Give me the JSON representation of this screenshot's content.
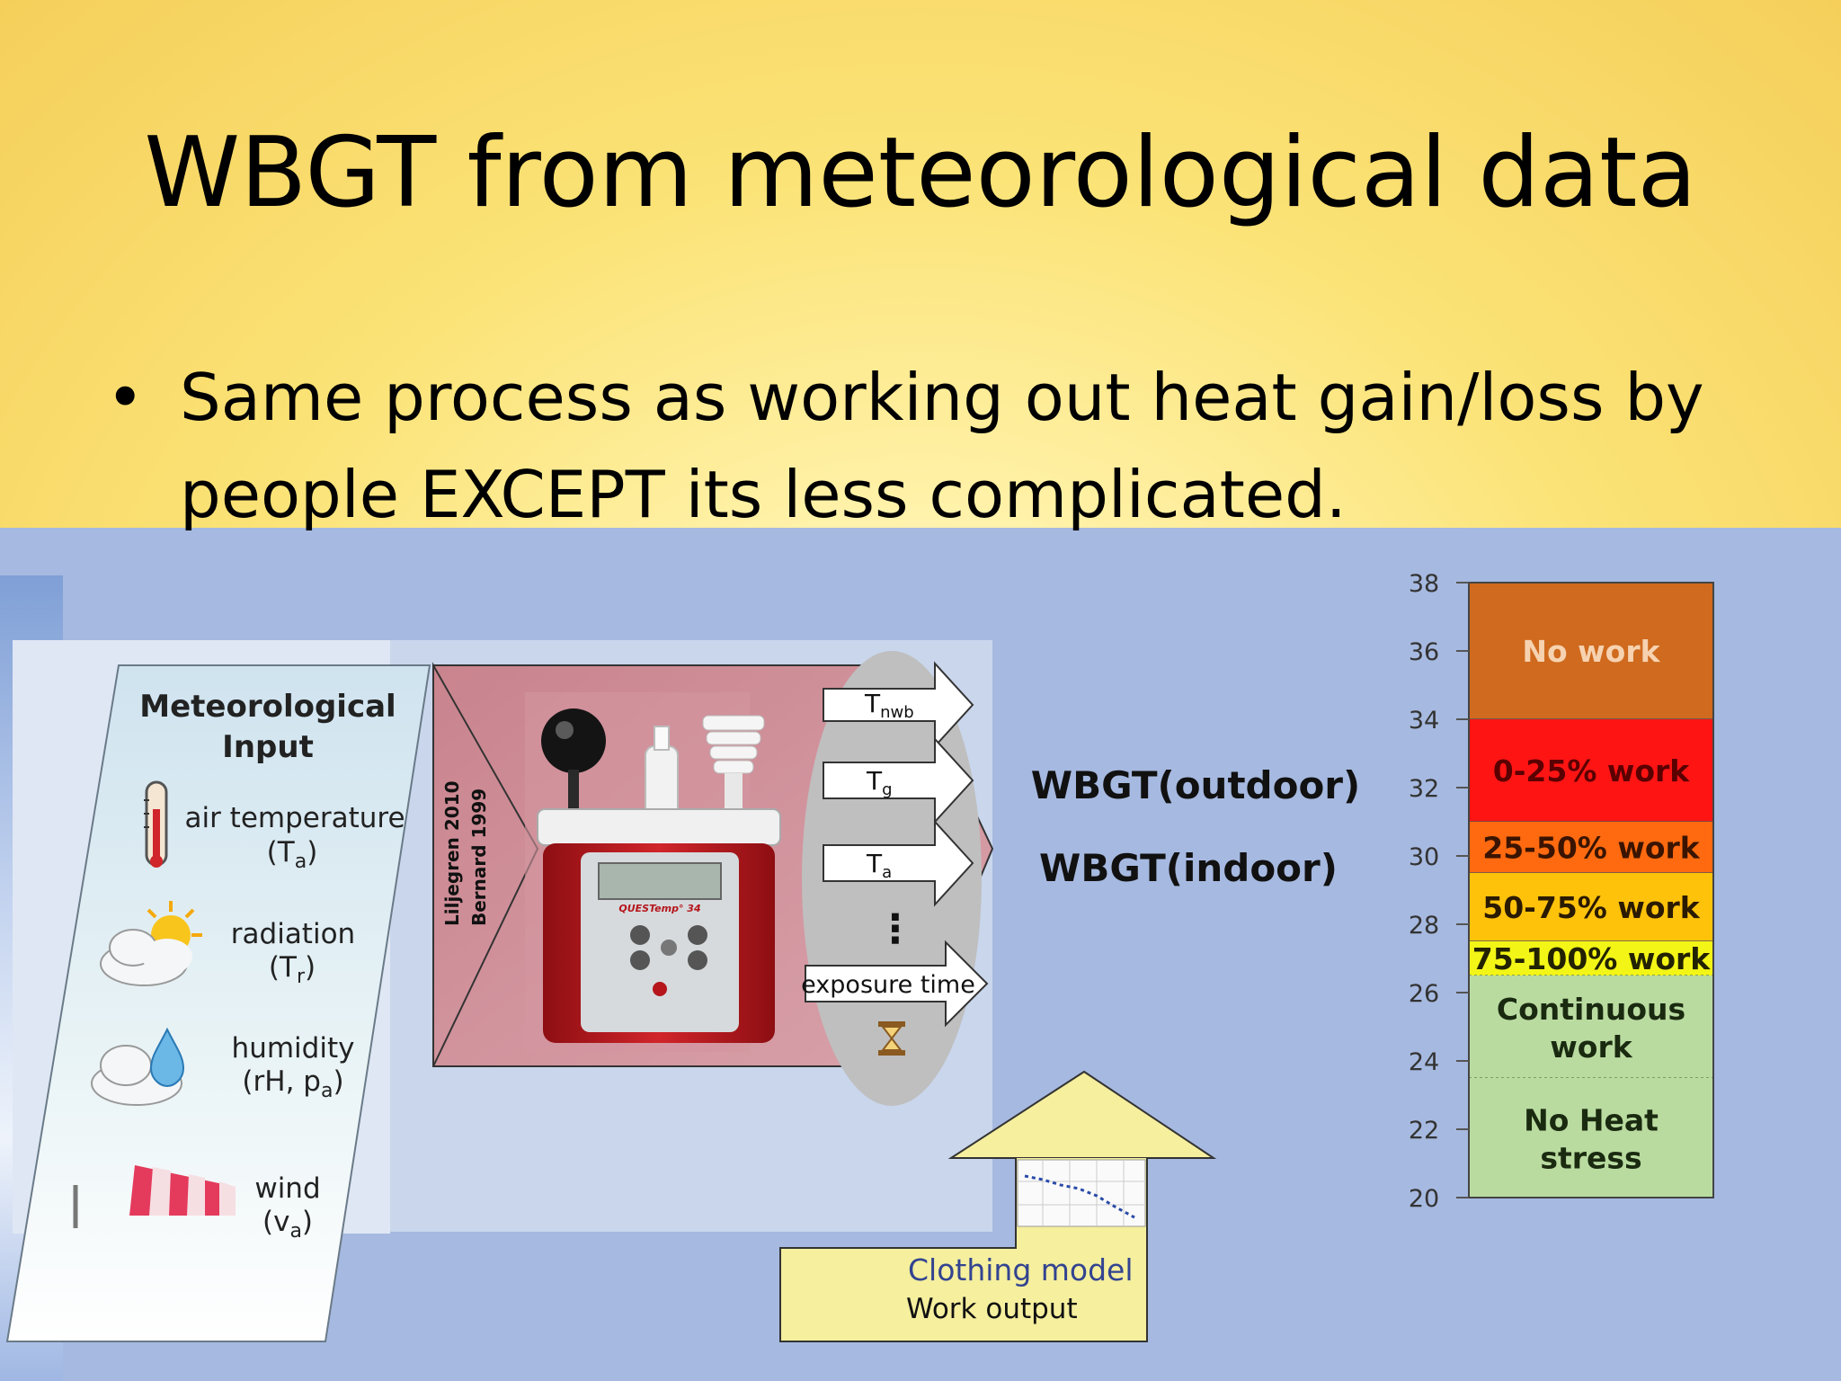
{
  "slide": {
    "title": "WBGT from meteorological data",
    "bullet_symbol": "•",
    "bullet_text": "Same process as working out heat gain/loss by people EXCEPT its less complicated."
  },
  "met_panel": {
    "heading_line1": "Meteorological",
    "heading_line2": "Input",
    "air_temp_label": "air temperature",
    "air_temp_sym": "T",
    "air_temp_sub": "a",
    "radiation_label": "radiation",
    "radiation_sym": "T",
    "radiation_sub": "r",
    "humidity_label": "humidity",
    "humidity_sym1": "rH, p",
    "humidity_sub": "a",
    "wind_label": "wind",
    "wind_sym": "v",
    "wind_sub": "a",
    "icons": [
      "thermometer-icon",
      "sun-cloud-icon",
      "cloud-droplet-icon",
      "windsock-icon"
    ]
  },
  "references": {
    "ref1": "Liljegren 2010",
    "ref2": "Bernard 1999"
  },
  "device": {
    "brand_text": "QUESTemp° 34"
  },
  "outputs": {
    "tnwb_sym": "T",
    "tnwb_sub": "nwb",
    "tg_sym": "T",
    "tg_sub": "g",
    "ta_sym": "T",
    "ta_sub": "a",
    "ellipsis": "⋮",
    "exposure": "exposure time",
    "hourglass_icon": "hourglass-icon"
  },
  "wbgt": {
    "outdoor": "WBGT(outdoor)",
    "indoor": "WBGT(indoor)"
  },
  "clothing": {
    "line1": "Clothing model",
    "line2": "Work output"
  },
  "work_scale": {
    "ticks": [
      "38",
      "36",
      "34",
      "32",
      "30",
      "28",
      "26",
      "24",
      "22",
      "20"
    ],
    "zones": [
      {
        "label": "No work",
        "from": 34,
        "to": 38,
        "color": "#cf6a1e",
        "text_color": "#f6d2b0"
      },
      {
        "label": "0-25% work",
        "from": 31,
        "to": 34,
        "color": "#ff1414",
        "text_color": "#5a0000"
      },
      {
        "label": "25-50% work",
        "from": 29.5,
        "to": 31,
        "color": "#ff6a10",
        "text_color": "#3a1400"
      },
      {
        "label": "50-75% work",
        "from": 27.5,
        "to": 29.5,
        "color": "#ffc20a",
        "text_color": "#2a1a00"
      },
      {
        "label": "75-100% work",
        "from": 26.5,
        "to": 27.5,
        "color": "#f3f516",
        "text_color": "#222200"
      },
      {
        "label": "Continuous work",
        "from": 23.5,
        "to": 26.5,
        "color": "#b9dba0",
        "text_color": "#1a2a10"
      },
      {
        "label": "No Heat stress",
        "from": 20,
        "to": 23.5,
        "color": "#b9dba0",
        "text_color": "#1a2a10"
      }
    ],
    "min": 20,
    "max": 38
  }
}
